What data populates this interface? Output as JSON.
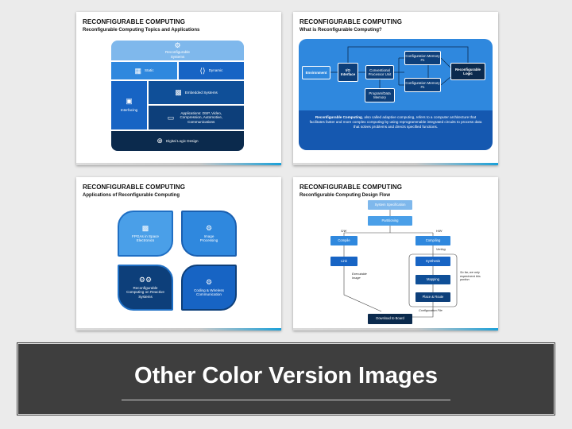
{
  "slides": [
    {
      "title": "RECONFIGURABLE COMPUTING",
      "subtitle": "Reconfigurable Computing Topics and Applications",
      "tiles": {
        "top": "Reconfigurable Systems",
        "static": "Static",
        "dynamic": "Dynamic",
        "interfacing": "Interfacing",
        "embedded": "Embedded Systems",
        "applications": "Applications: DSP, Video, Compression, Automotive, Communications",
        "digital": "Digital Logic Design"
      }
    },
    {
      "title": "RECONFIGURABLE COMPUTING",
      "subtitle": "What is Reconfigurable Computing?",
      "boxes": {
        "environment": "Environment",
        "io": "I/O Interface",
        "cpu": "Conventional Processor Unit",
        "mem": "Program/Data Memory",
        "cfg1": "Configuration Memory #1",
        "cfg2": "Configuration Memory #1",
        "logic": "Reconfigurable Logic"
      },
      "description_bold": "Reconfigurable Computing",
      "description_rest": ", also called adaptive computing, refers to a computer architecture that facilitates faster and more complex computing by using reprogrammable integrated circuits to process data that solves problems and directs specified functions."
    },
    {
      "title": "RECONFIGURABLE COMPUTING",
      "subtitle": "Applications of Reconfigurable Computing",
      "items": [
        "FPGAs in Space Electronics",
        "Image Processing",
        "Reconfigurable Computing on Reactive Systems",
        "Coding & Wireless Communication"
      ]
    },
    {
      "title": "RECONFIGURABLE COMPUTING",
      "subtitle": "Reconfigurable Computing Design Flow",
      "steps": {
        "spec": "System Specification",
        "partition": "Partitioning",
        "compile": "Compile",
        "compiling": "Compiling",
        "link": "Link",
        "synthesis": "Synthesis",
        "mapping": "Mapping",
        "place": "Place & Route",
        "download": "Download to Board"
      },
      "labels": {
        "sw": "S/W",
        "hw": "H/W",
        "verilog": "Verilog",
        "exec": "Executable Image",
        "config": "Configuration File",
        "note": "So far, we only experiment this portion"
      }
    }
  ],
  "banner": {
    "title": "Other Color Version Images"
  },
  "colors": {
    "dark_navy": "#0b2a4d",
    "navy": "#0d3f7a",
    "blue": "#1565c0",
    "light_blue": "#4a9fe8",
    "accent": "#1aa0d8"
  }
}
